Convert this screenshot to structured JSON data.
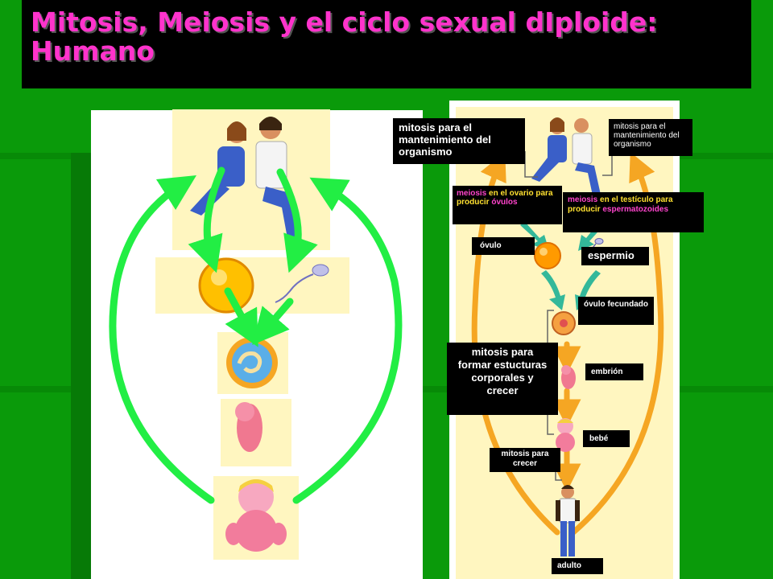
{
  "title": "Mitosis, Meiosis y el ciclo sexual dIploide: Humano",
  "labels": {
    "mitosis_maint_left": "mitosis para el mantenimiento del organismo",
    "mitosis_maint_right": "mitosis para el mantenimiento del organismo",
    "meiosis_ovario_a": "meiosis",
    "meiosis_ovario_b": " en el ovario para producir ",
    "meiosis_ovario_c": "óvulos",
    "meiosis_testiculo_a": "meiosis",
    "meiosis_testiculo_b": " en el testículo para producir ",
    "meiosis_testiculo_c": "espermatozoides",
    "ovulo": "óvulo",
    "espermio": "espermio",
    "ovulo_fecundado": "óvulo fecundado",
    "mitosis_formar": "mitosis para formar estucturas corporales y crecer",
    "embrion": "embrión",
    "bebe": "bebé",
    "mitosis_crecer": "mitosis para crecer",
    "adulto": "adulto"
  },
  "colors": {
    "background": "#0a9a0a",
    "title": "#ff33cc",
    "arrow_green": "#22ee44",
    "arrow_orange": "#f5a623",
    "cream": "#fff6c0"
  }
}
